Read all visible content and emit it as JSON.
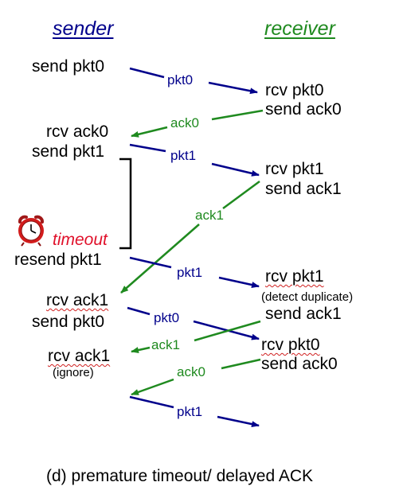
{
  "headers": {
    "sender": "sender",
    "receiver": "receiver"
  },
  "sender_events": [
    "send pkt0",
    "rcv ack0",
    "send pkt1",
    "resend pkt1",
    "rcv ack1",
    "send pkt0",
    "rcv ack1",
    "(ignore)"
  ],
  "timeout_label": "timeout",
  "receiver_events": [
    "rcv pkt0",
    "send ack0",
    "rcv pkt1",
    "send ack1",
    "rcv pkt1",
    "(detect duplicate)",
    "send ack1",
    "rcv pkt0",
    "send ack0"
  ],
  "messages": [
    "pkt0",
    "ack0",
    "pkt1",
    "ack1",
    "pkt1",
    "pkt0",
    "ack1",
    "ack0",
    "pkt1"
  ],
  "caption": "(d) premature timeout/ delayed ACK",
  "colors": {
    "packet": "#00008b",
    "ack": "#1f8a1f",
    "timeout": "#e0102a",
    "header_sender": "#00008b",
    "header_receiver": "#1f8a1f"
  },
  "icons": {
    "timer": "alarm-clock-icon"
  }
}
